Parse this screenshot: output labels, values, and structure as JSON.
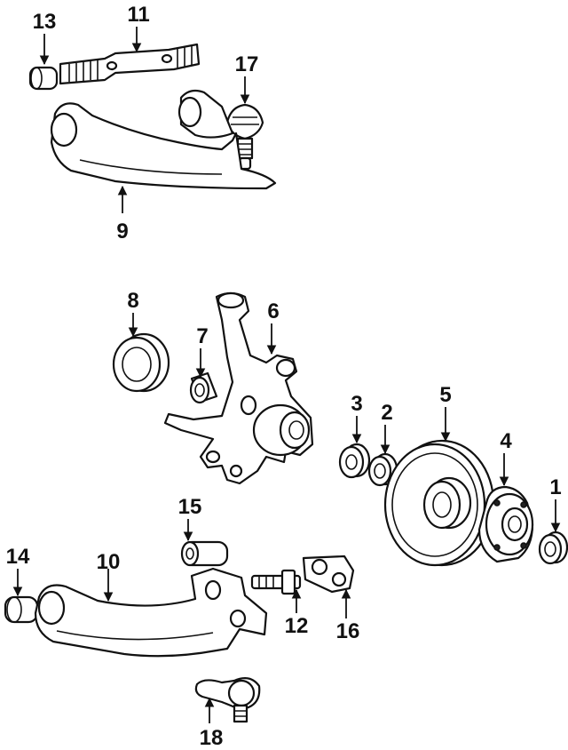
{
  "callouts": [
    {
      "id": "1",
      "label": "1"
    },
    {
      "id": "2",
      "label": "2"
    },
    {
      "id": "3",
      "label": "3"
    },
    {
      "id": "4",
      "label": "4"
    },
    {
      "id": "5",
      "label": "5"
    },
    {
      "id": "6",
      "label": "6"
    },
    {
      "id": "7",
      "label": "7"
    },
    {
      "id": "8",
      "label": "8"
    },
    {
      "id": "9",
      "label": "9"
    },
    {
      "id": "10",
      "label": "10"
    },
    {
      "id": "11",
      "label": "11"
    },
    {
      "id": "12",
      "label": "12"
    },
    {
      "id": "13",
      "label": "13"
    },
    {
      "id": "14",
      "label": "14"
    },
    {
      "id": "15",
      "label": "15"
    },
    {
      "id": "16",
      "label": "16"
    },
    {
      "id": "17",
      "label": "17"
    },
    {
      "id": "18",
      "label": "18"
    }
  ],
  "colors": {
    "line": "#111111",
    "background": "#ffffff"
  }
}
